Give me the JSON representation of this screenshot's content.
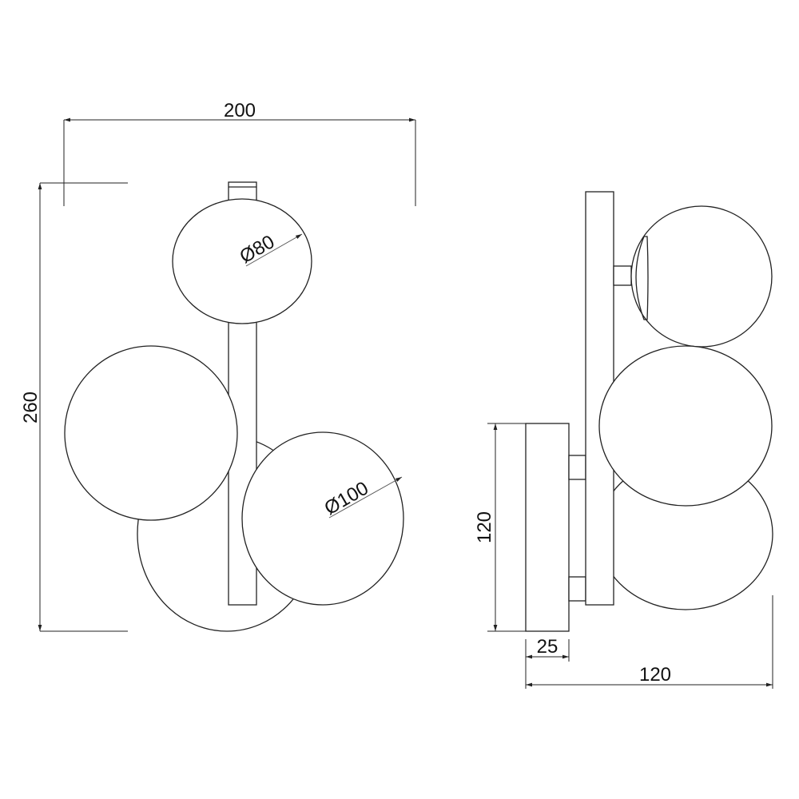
{
  "drawing": {
    "front_view": {
      "width_label": "200",
      "height_label": "260",
      "small_globe_label": "Ø80",
      "large_globe_label": "Ø100"
    },
    "side_view": {
      "base_height_label": "120",
      "base_depth_label": "25",
      "total_depth_label": "120"
    },
    "line_color": "#222222"
  }
}
